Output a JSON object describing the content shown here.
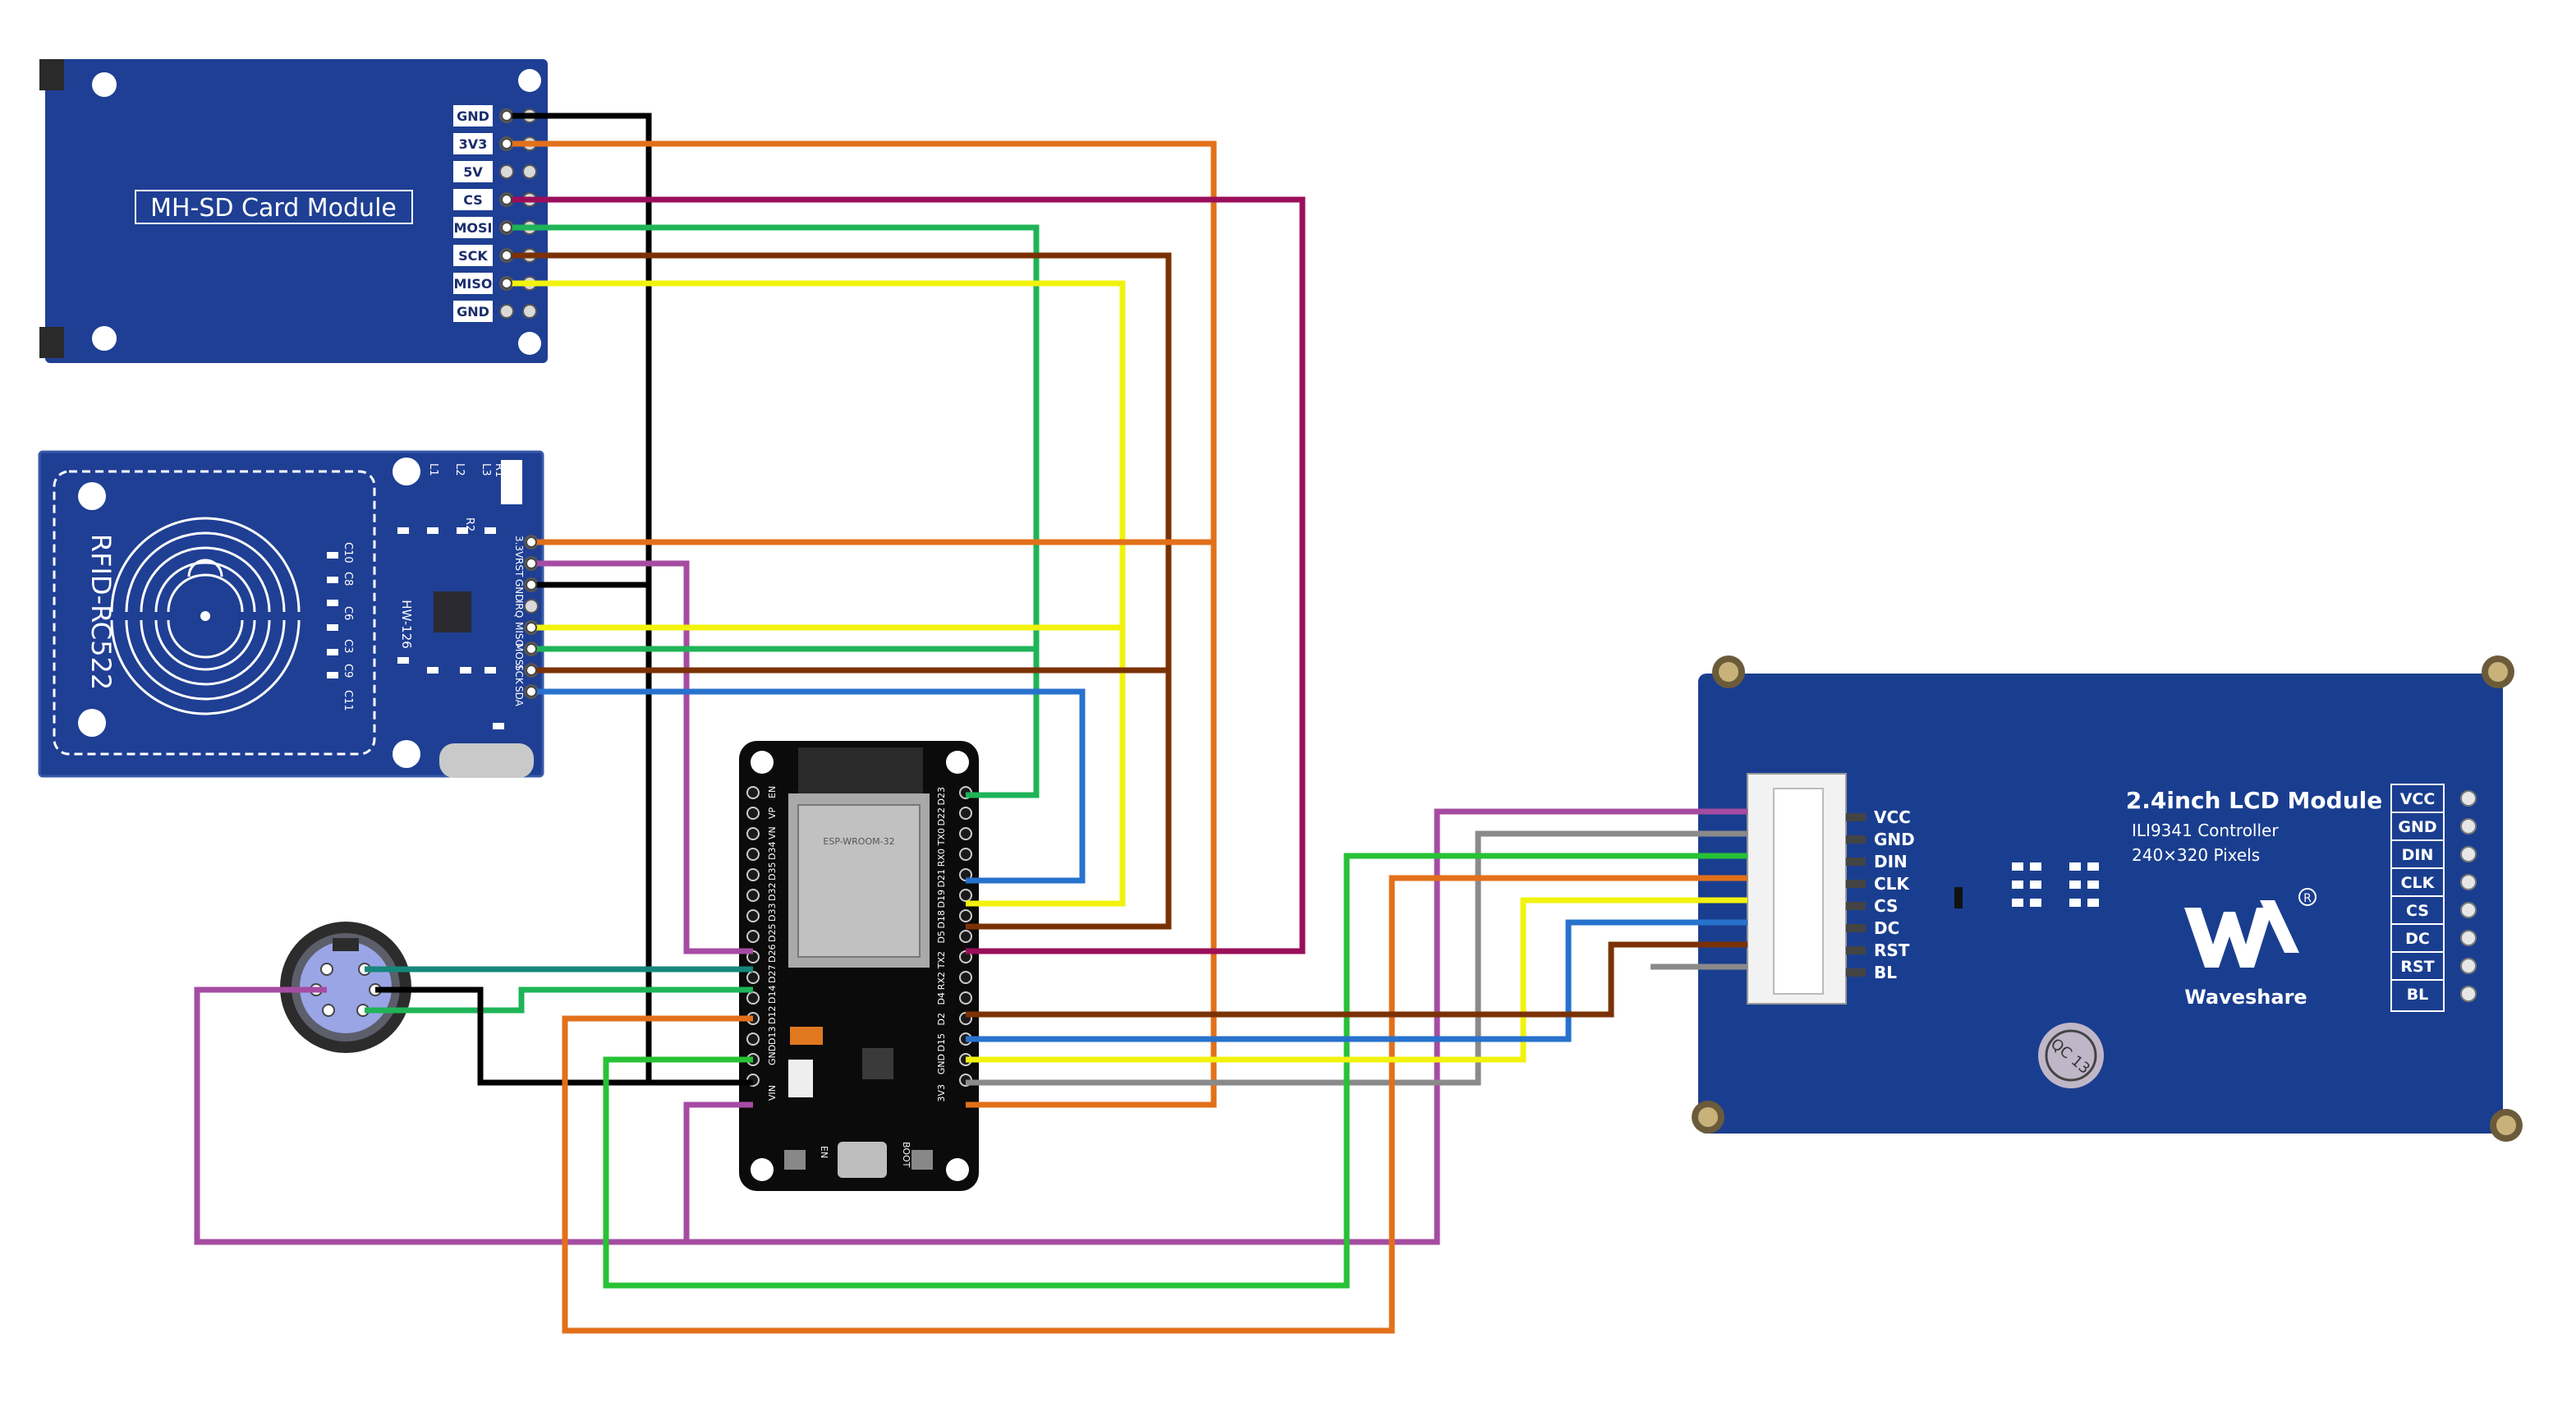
{
  "sd_module": {
    "title": "MH-SD Card Module",
    "pins": [
      "GND",
      "3V3",
      "5V",
      "CS",
      "MOSI",
      "SCK",
      "MISO",
      "GND"
    ]
  },
  "rfid_module": {
    "title": "RFID-RC522",
    "model": "HW-126",
    "pins": [
      "3.3V",
      "RST",
      "GND",
      "IRQ",
      "MISO",
      "MOSI",
      "SCK",
      "SDA"
    ],
    "components": [
      "C10",
      "C8",
      "C6",
      "C3",
      "C9",
      "C11",
      "L1",
      "L2",
      "L3",
      "R1",
      "R2"
    ]
  },
  "esp32": {
    "module_label": "ESP-WROOM-32",
    "left_pins": [
      "EN",
      "VP",
      "VN",
      "D34",
      "D35",
      "D32",
      "D33",
      "D25",
      "D26",
      "D27",
      "D14",
      "D12",
      "D13",
      "GND",
      "VIN"
    ],
    "right_pins": [
      "D23",
      "D22",
      "TX0",
      "RX0",
      "D21",
      "D19",
      "D18",
      "D5",
      "TX2",
      "RX2",
      "D4",
      "D2",
      "D15",
      "GND",
      "3V3"
    ],
    "buttons": [
      "EN",
      "BOOT"
    ]
  },
  "lcd_module": {
    "title": "2.4inch LCD Module",
    "controller": "ILI9341 Controller",
    "resolution": "240×320 Pixels",
    "brand": "Waveshare",
    "badge": "QC 13",
    "connector_pins": [
      "VCC",
      "GND",
      "DIN",
      "CLK",
      "CS",
      "DC",
      "RST",
      "BL"
    ],
    "box_pins": [
      "VCC",
      "GND",
      "DIN",
      "CLK",
      "CS",
      "DC",
      "RST",
      "BL"
    ]
  },
  "wire_colors": {
    "black": "#000000",
    "orange": "#e2701a",
    "magenta": "#9b0e5a",
    "green": "#1fb457",
    "brown": "#7a3205",
    "yellow": "#f2f20e",
    "purple": "#a54ca2",
    "blue": "#2772cd",
    "gray": "#8a8a8a",
    "teal": "#15877a",
    "lime": "#27c236"
  }
}
